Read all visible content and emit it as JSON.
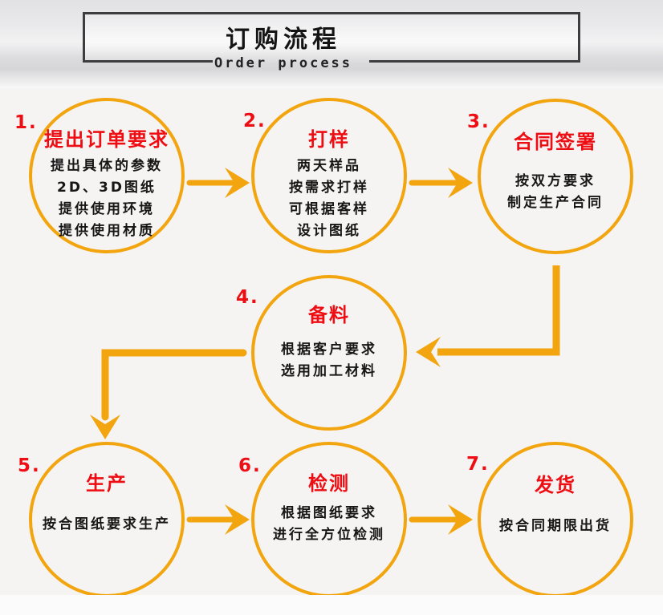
{
  "header": {
    "title": "订购流程",
    "subtitle": "Order process"
  },
  "steps": [
    {
      "number": "1.",
      "title": "提出订单要求",
      "lines": [
        "提出具体的参数",
        "2D、3D图纸",
        "提供使用环境",
        "提供使用材质"
      ]
    },
    {
      "number": "2.",
      "title": "打样",
      "lines": [
        "两天样品",
        "按需求打样",
        "可根据客样",
        "设计图纸"
      ]
    },
    {
      "number": "3.",
      "title": "合同签署",
      "lines": [
        "按双方要求",
        "制定生产合同"
      ]
    },
    {
      "number": "4.",
      "title": "备料",
      "lines": [
        "根据客户要求",
        "选用加工材料"
      ]
    },
    {
      "number": "5.",
      "title": "生产",
      "lines": [
        "按合图纸要求生产"
      ]
    },
    {
      "number": "6.",
      "title": "检测",
      "lines": [
        "根据图纸要求",
        "进行全方位检测"
      ]
    },
    {
      "number": "7.",
      "title": "发货",
      "lines": [
        "按合同期限出货"
      ]
    }
  ],
  "flow": {
    "connections": [
      "step1->step2",
      "step2->step3",
      "step3->step4",
      "step4->step5",
      "step5->step6",
      "step6->step7"
    ]
  },
  "colors": {
    "accent_orange": "#F2A50F",
    "accent_red": "#EE0D12",
    "text_black": "#161616",
    "box_border_gray": "#3D3D3F"
  }
}
